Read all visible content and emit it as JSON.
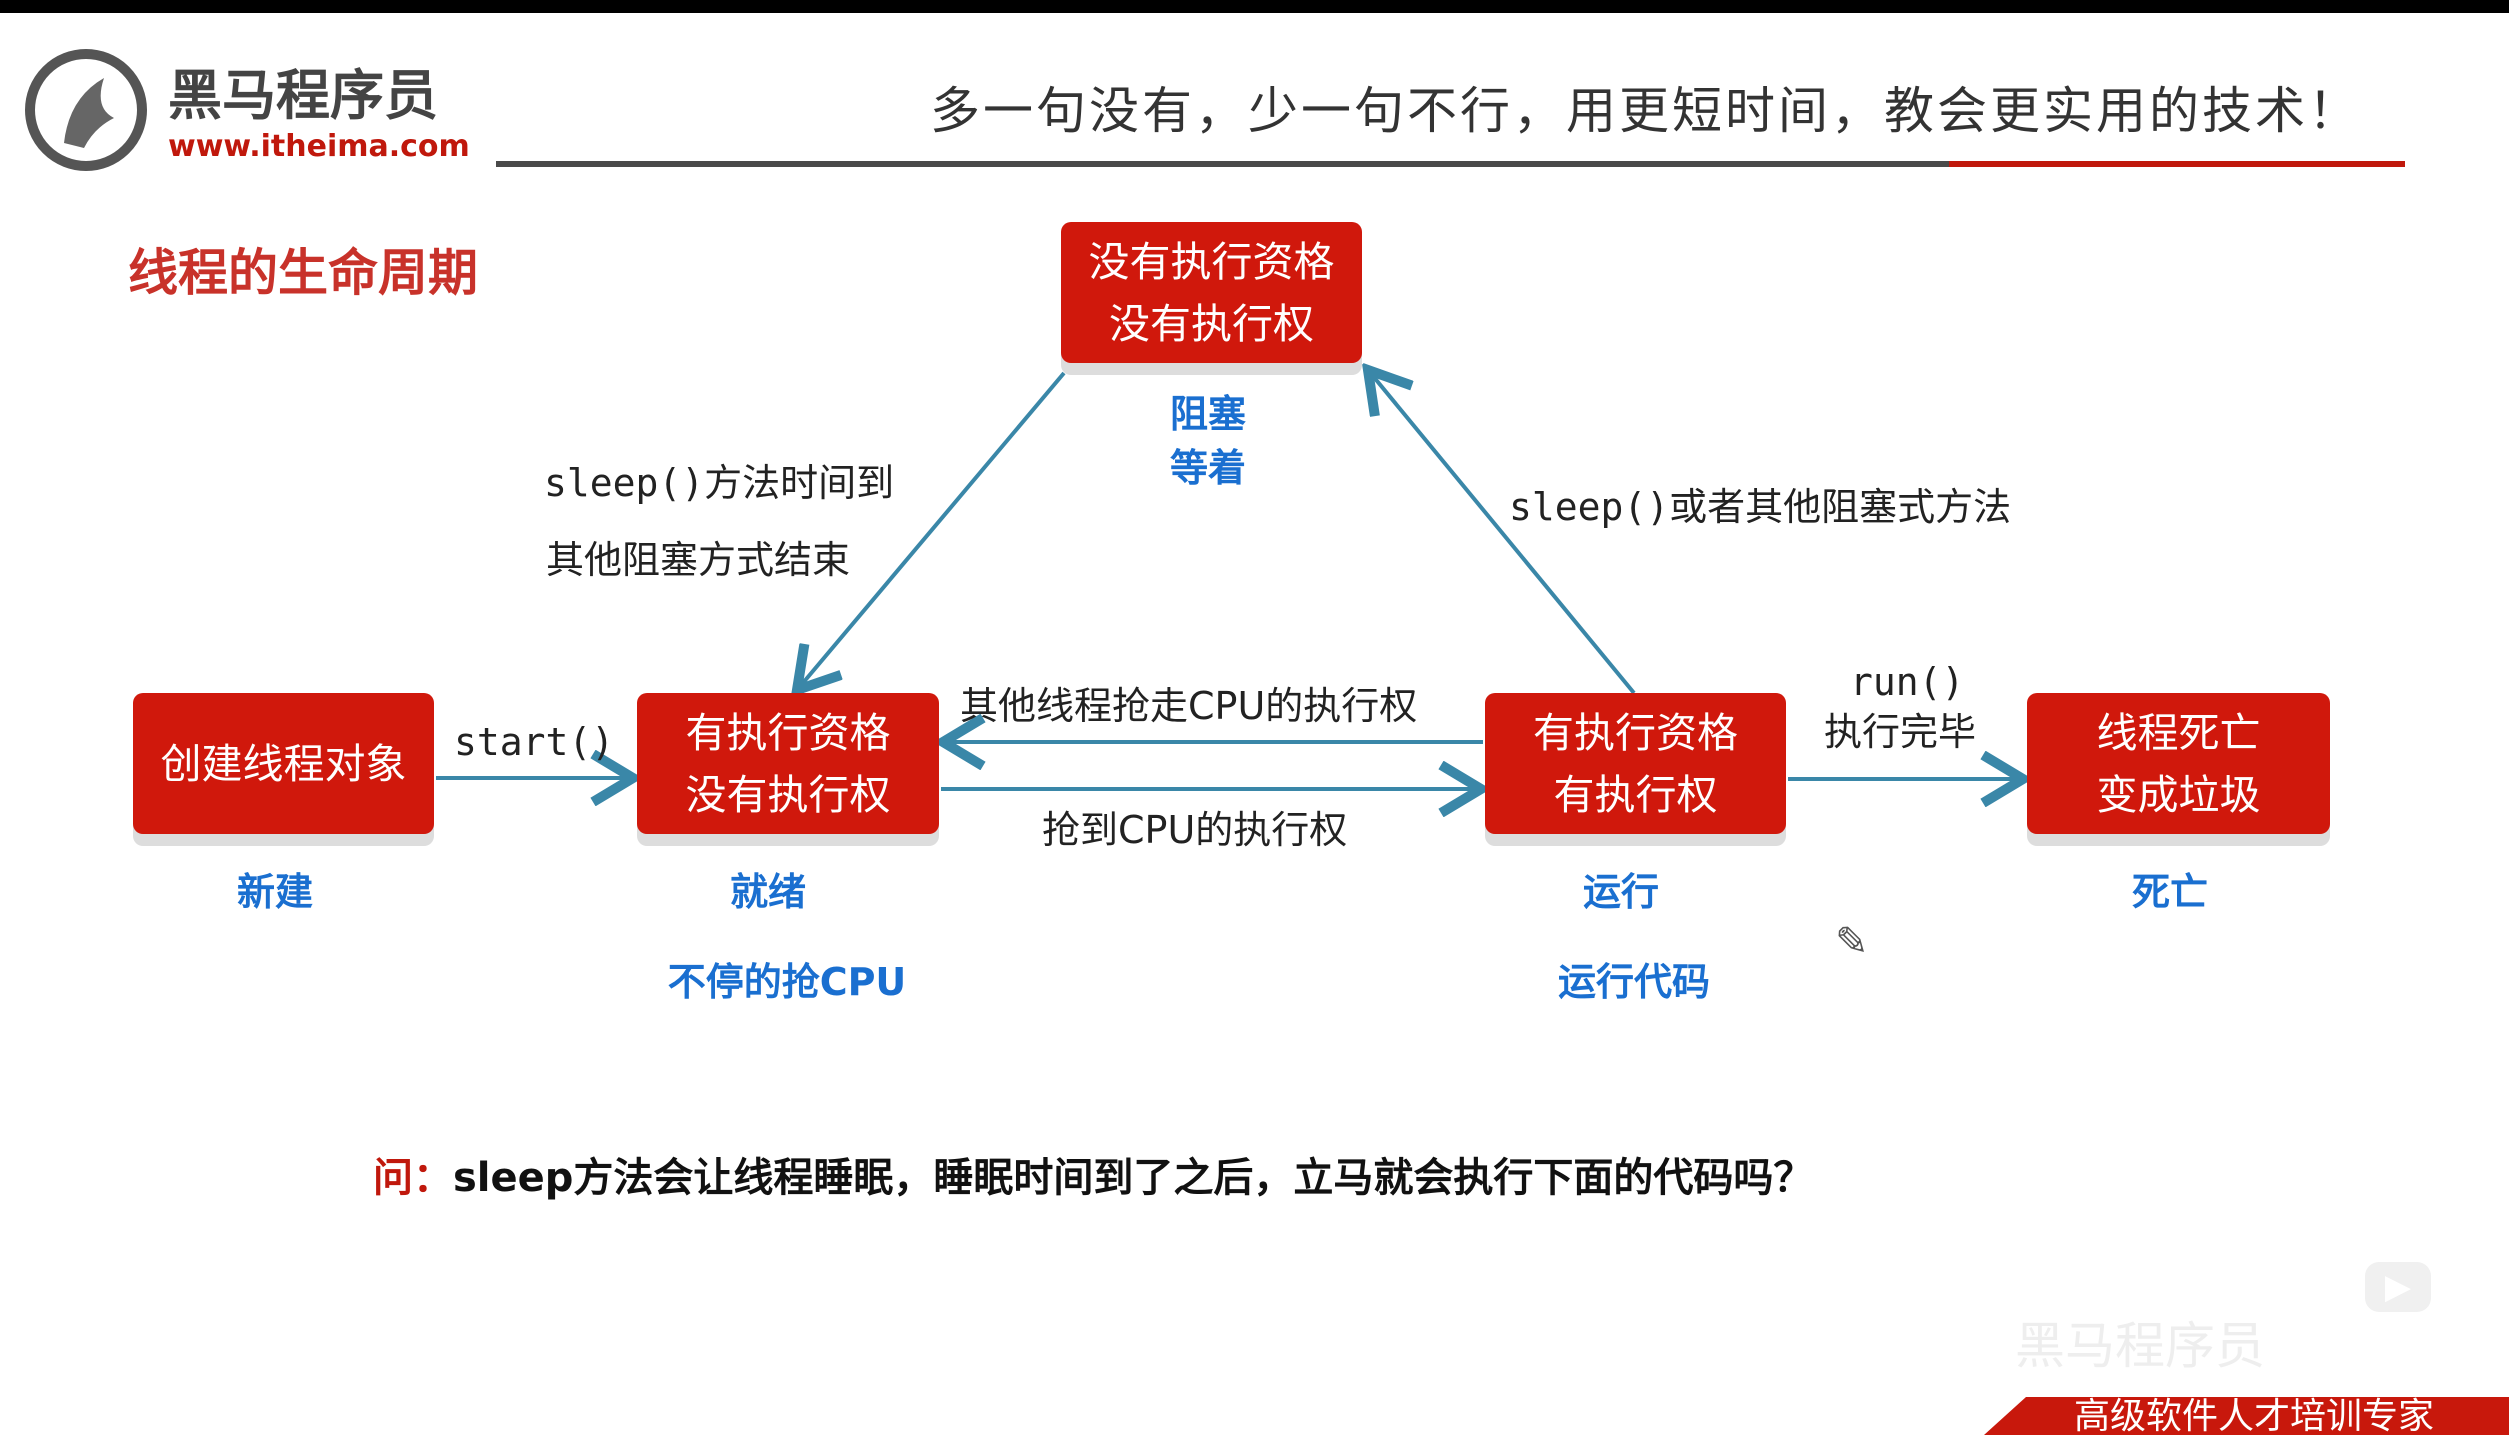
{
  "header": {
    "brand_cn": "黑马程序员",
    "brand_url": "www.itheima.com",
    "slogan": "多一句没有，少一句不行，用更短时间，教会更实用的技术！"
  },
  "title": "线程的生命周期",
  "states": {
    "new": {
      "box": "创建线程对象",
      "label": "新建"
    },
    "ready": {
      "line1": "有执行资格",
      "line2": "没有执行权",
      "label": "就绪",
      "sub": "不停的抢CPU"
    },
    "running": {
      "line1": "有执行资格",
      "line2": "有执行权",
      "label": "运行",
      "sub": "运行代码"
    },
    "dead": {
      "line1": "线程死亡",
      "line2": "变成垃圾",
      "label": "死亡"
    },
    "blocked": {
      "line1": "没有执行资格",
      "line2": "没有执行权",
      "label1": "阻塞",
      "label2": "等着"
    }
  },
  "transitions": {
    "start": "start()",
    "to_running": "抢到CPU的执行权",
    "to_ready": "其他线程抢走CPU的执行权",
    "run1": "run()",
    "run2": "执行完毕",
    "unblock1": "sleep()方法时间到",
    "unblock2": "其他阻塞方式结束",
    "block": "sleep()或者其他阻塞式方法"
  },
  "question": {
    "prefix": "问：",
    "text": "sleep方法会让线程睡眠，睡眠时间到了之后，立马就会执行下面的代码吗？"
  },
  "footer": {
    "banner": "高级软件人才培训专家",
    "watermark": "黑马程序员"
  },
  "colors": {
    "red": "#d0180c",
    "blue": "#1a6fd0",
    "arrow": "#3a87a8"
  }
}
